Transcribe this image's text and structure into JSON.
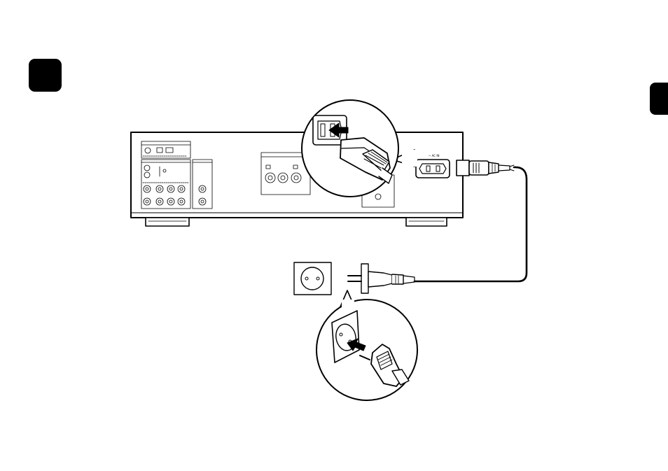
{
  "step_badge": {
    "color": "#000000"
  },
  "side_tab": {
    "color": "#000000"
  },
  "diagram": {
    "description_icons": [
      "amplifier-rear-panel",
      "power-inlet",
      "power-cord",
      "wall-outlet",
      "plug",
      "insert-arrow"
    ],
    "colors": {
      "line": "#000000",
      "fill": "#ffffff",
      "detail": "#555555"
    }
  }
}
